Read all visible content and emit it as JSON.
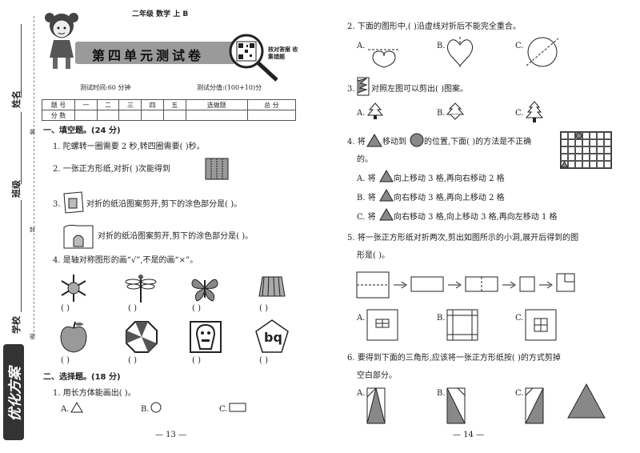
{
  "side": {
    "name_label": "姓名",
    "class_label": "班级",
    "school_label": "学校",
    "cut_marks": [
      "装",
      "封",
      "密"
    ],
    "brand": "优化方案"
  },
  "left": {
    "grade": "二年级 数学 上 B",
    "title": "第四单元测试卷",
    "qr_label": "核对答案 收集错题",
    "time": "测试时间:60 分钟",
    "score_total": "测试分值:(100+10)分",
    "table_headers": [
      "题 号",
      "一",
      "二",
      "三",
      "四",
      "五",
      "选做题",
      "总 分"
    ],
    "table_row2": "分 数",
    "sec1": "一、填空题。(24 分)",
    "q1": "1. 陀螺转一圈需要 2 秒,转四圈需要(        )秒。",
    "q2": "2. 一张正方形纸,对折(        )次能得到",
    "q3a": "对折的纸沿图案剪开,剪下的涂色部分是(           )。",
    "q3b": "对折的纸沿图案剪开,剪下的涂色部分是(           )。",
    "q3num": "3.",
    "q4": "4. 是轴对称图形的画“√”,不是的画“×”。",
    "paren": "(      )",
    "bq": "bq",
    "sec2": "二、选择题。(18 分)",
    "s1": "1. 用长方体能画出(        )。",
    "s1a": "A.",
    "s1b": "B.",
    "s1c": "C.",
    "page": "— 13 —"
  },
  "right": {
    "q2": "2. 下面的图形中,(        )沿虚线对折后不能完全重合。",
    "q3": "对照左图可以剪出(        )图案。",
    "q3num": "3.",
    "q4a": "4. 将",
    "q4b": "移动到",
    "q4c": "的位置,下面(        )的方法是不正确",
    "q4d": "的。",
    "q4A1": "A. 将",
    "q4A2": "向上移动 3 格,再向右移动 2 格",
    "q4B1": "B. 将",
    "q4B2": "向右移动 3 格,再向上移动 2 格",
    "q4C1": "C. 将",
    "q4C2": "向右移动 3 格,向上移动 3 格,再向左移动 1 格",
    "q5a": "5. 将一张正方形纸对折两次,剪出如图所示的小洞,展开后得到的图",
    "q5b": "形是(        )。",
    "q6a": "6. 要得到下面的三角形,应该将一张正方形纸按(        )的方式剪掉",
    "q6b": "空白部分。",
    "opt_a": "A.",
    "opt_b": "B.",
    "opt_c": "C.",
    "page": "— 14 —"
  }
}
